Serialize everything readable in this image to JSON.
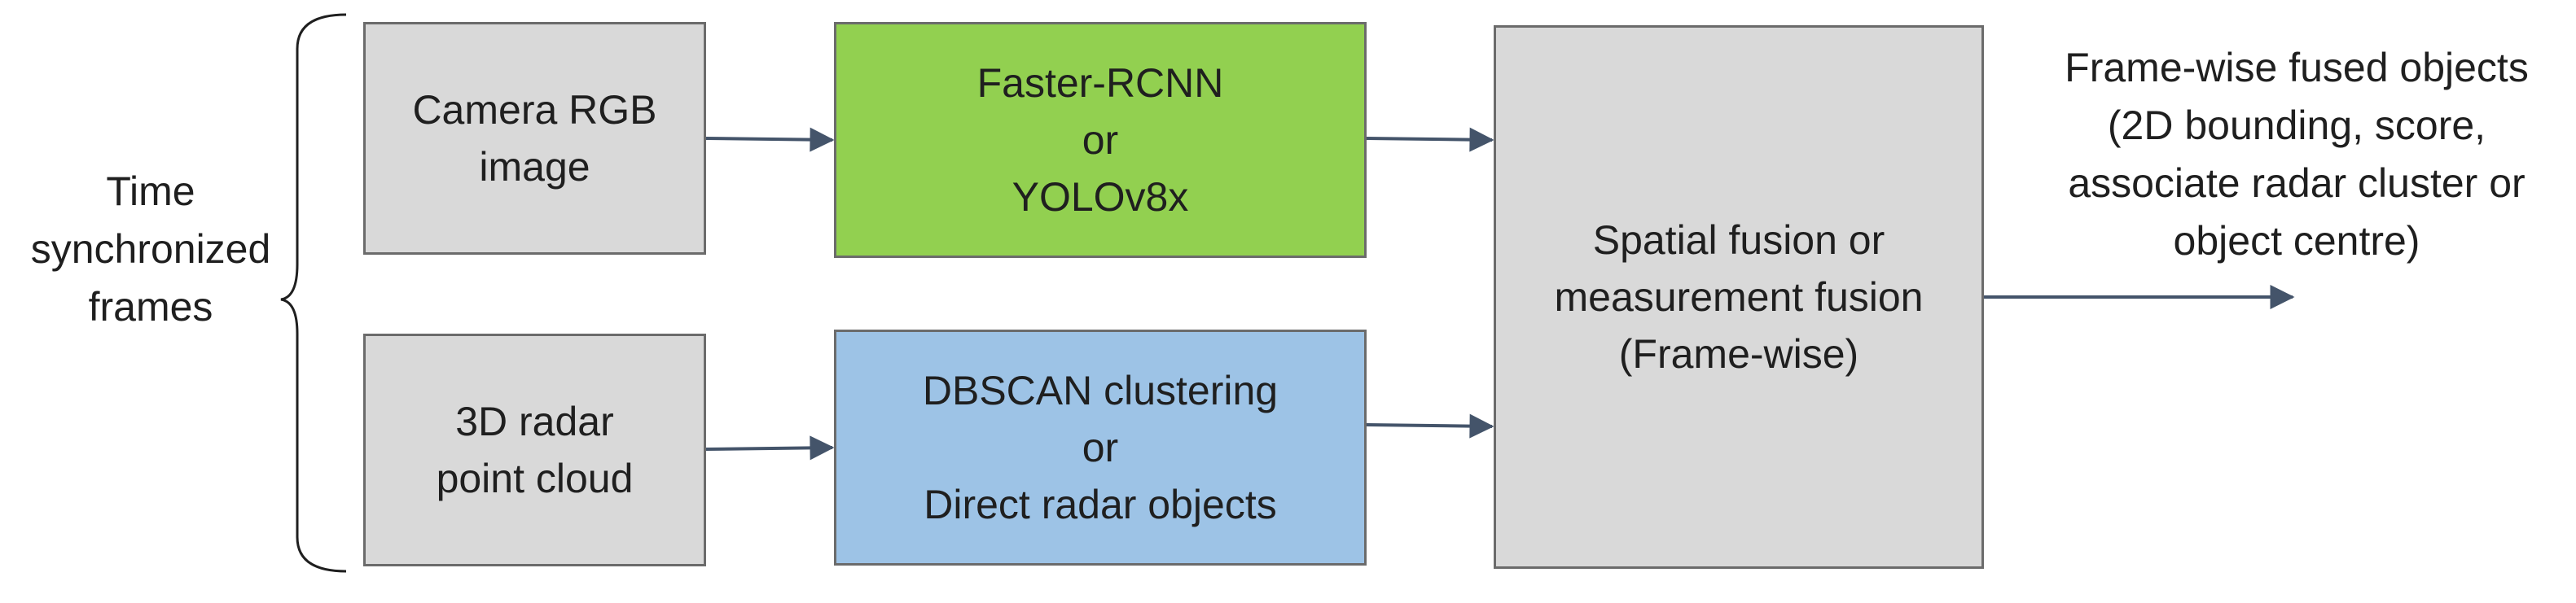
{
  "colors": {
    "gray_box": "#d9d9d9",
    "green_box": "#92d050",
    "blue_box": "#9dc3e6",
    "border": "#6b6b6b",
    "arrow": "#44546a"
  },
  "side_label": "Time\nsynchronized\nframes",
  "nodes": {
    "camera": "Camera RGB\nimage",
    "radar": "3D radar\npoint cloud",
    "detector": "Faster-RCNN\nor\nYOLOv8x",
    "clustering": "DBSCAN clustering\nor\nDirect radar objects",
    "fusion": "Spatial fusion or\nmeasurement fusion\n(Frame-wise)"
  },
  "output_label": "Frame-wise fused objects\n(2D bounding, score,\nassociate radar cluster or\nobject centre)"
}
